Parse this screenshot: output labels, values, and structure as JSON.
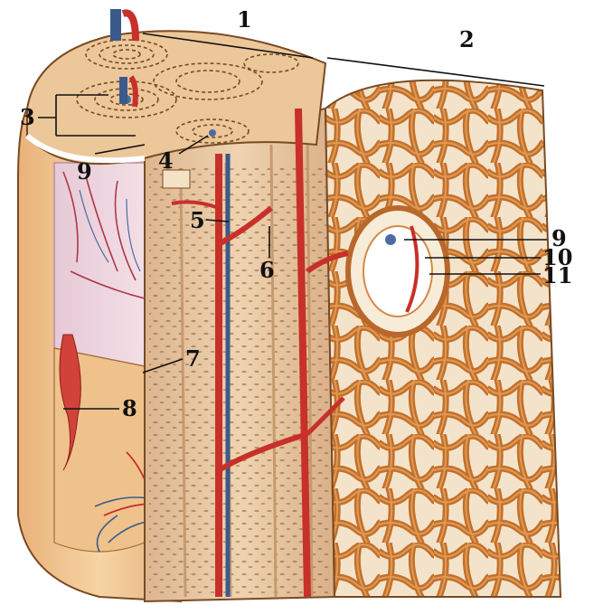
{
  "callouts": {
    "c1": "1",
    "c2": "2",
    "c3": "3",
    "c4": "4",
    "c5": "5",
    "c6": "6",
    "c7": "7",
    "c8": "8",
    "c9a": "9",
    "c9b": "9",
    "c10": "10",
    "c11": "11"
  },
  "colors": {
    "compact_bone": "#e8c49a",
    "spongy_bone": "#c9772f",
    "marrow_space": "#f7ecd8",
    "periosteum": "#f3d7a6",
    "artery": "#c8302a",
    "vein": "#3b5a8c",
    "outline": "#7a4a22"
  }
}
